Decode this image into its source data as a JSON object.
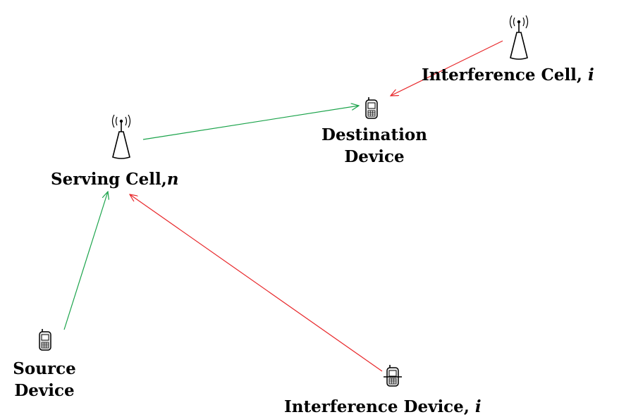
{
  "labels": {
    "interference_cell": {
      "text": "Interference Cell, ",
      "var": "i"
    },
    "destination_line1": "Destination",
    "destination_line2": "Device",
    "serving_cell": {
      "text": "Serving Cell,",
      "var": "n"
    },
    "source_line1": "Source",
    "source_line2": "Device",
    "interference_device": {
      "text": "Interference Device, ",
      "var": "i"
    }
  },
  "links": [
    {
      "from": "serving-cell",
      "to": "destination-device",
      "kind": "signal",
      "color": "#1aa34a"
    },
    {
      "from": "source-device",
      "to": "serving-cell",
      "kind": "signal",
      "color": "#1aa34a"
    },
    {
      "from": "interference-cell",
      "to": "destination-device",
      "kind": "interference",
      "color": "#e8272a"
    },
    {
      "from": "interference-device",
      "to": "serving-cell",
      "kind": "interference",
      "color": "#e8272a"
    }
  ],
  "icons": {
    "tower": "cell-tower-icon",
    "phone": "mobile-phone-icon"
  },
  "colors": {
    "signal": "#1aa34a",
    "interference": "#e8272a",
    "text": "#000000"
  }
}
